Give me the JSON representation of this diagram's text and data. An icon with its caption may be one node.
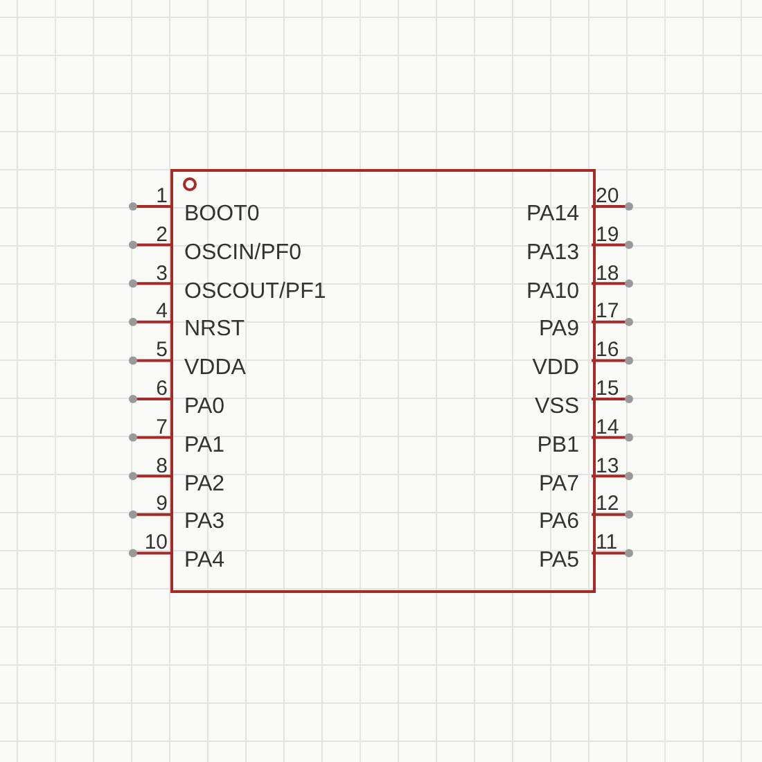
{
  "diagram": {
    "labels": [
      "1",
      "BOOT0",
      "PA14",
      "20",
      "2",
      "OSCIN/PF0",
      "PA13",
      "19",
      "3",
      "OSCOUT/PF1",
      "PA10",
      "18",
      "4",
      "NRST",
      "PA9",
      "17",
      "5",
      "VDDA",
      "VDD",
      "16",
      "6",
      "PA0",
      "VSS",
      "15",
      "7",
      "PA1",
      "PB1",
      "14",
      "8",
      "PA2",
      "PA7",
      "13",
      "9",
      "PA3",
      "PA6",
      "12",
      "10",
      "PA4",
      "PA5",
      "11"
    ]
  }
}
